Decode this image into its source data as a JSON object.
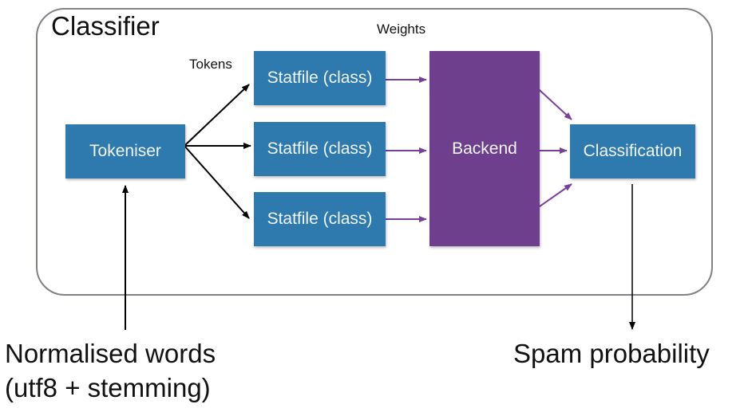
{
  "diagram": {
    "container_label": "Classifier",
    "labels": {
      "weights": "Weights",
      "tokens": "Tokens"
    },
    "nodes": {
      "tokeniser": "Tokeniser",
      "statfile_1": "Statfile (class)",
      "statfile_2": "Statfile (class)",
      "statfile_3": "Statfile (class)",
      "backend": "Backend",
      "classification": "Classification"
    },
    "input_label": [
      "Normalised words",
      "(utf8 + stemming)"
    ],
    "output_label": "Spam probability",
    "colors": {
      "node_blue": "#2e79ad",
      "node_purple": "#6d3f8c",
      "arrow_black": "#000000",
      "arrow_purple": "#7a3f9a",
      "container_border": "#7f8286"
    }
  }
}
